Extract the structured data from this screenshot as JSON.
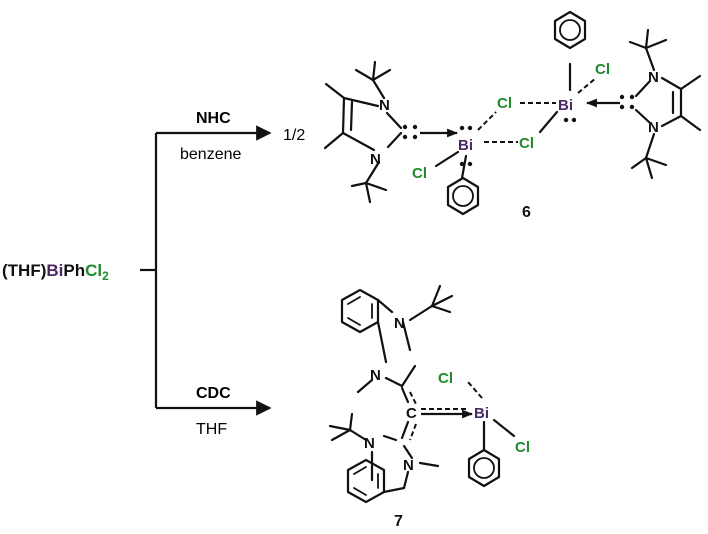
{
  "reactant": {
    "open": "(THF)",
    "bi": "Bi",
    "ph": "Ph",
    "cl": "Cl",
    "sub": "2"
  },
  "upper": {
    "reagent": "NHC",
    "solvent": "benzene",
    "fraction": "1/2",
    "compound": "6"
  },
  "lower": {
    "reagent": "CDC",
    "solvent": "THF",
    "compound": "7"
  },
  "atoms": {
    "N": "N",
    "Bi": "Bi",
    "Cl": "Cl",
    "C": "C"
  },
  "colors": {
    "bismuth": "#4a2a63",
    "chlorine": "#1f8a2c",
    "ink": "#111111"
  }
}
